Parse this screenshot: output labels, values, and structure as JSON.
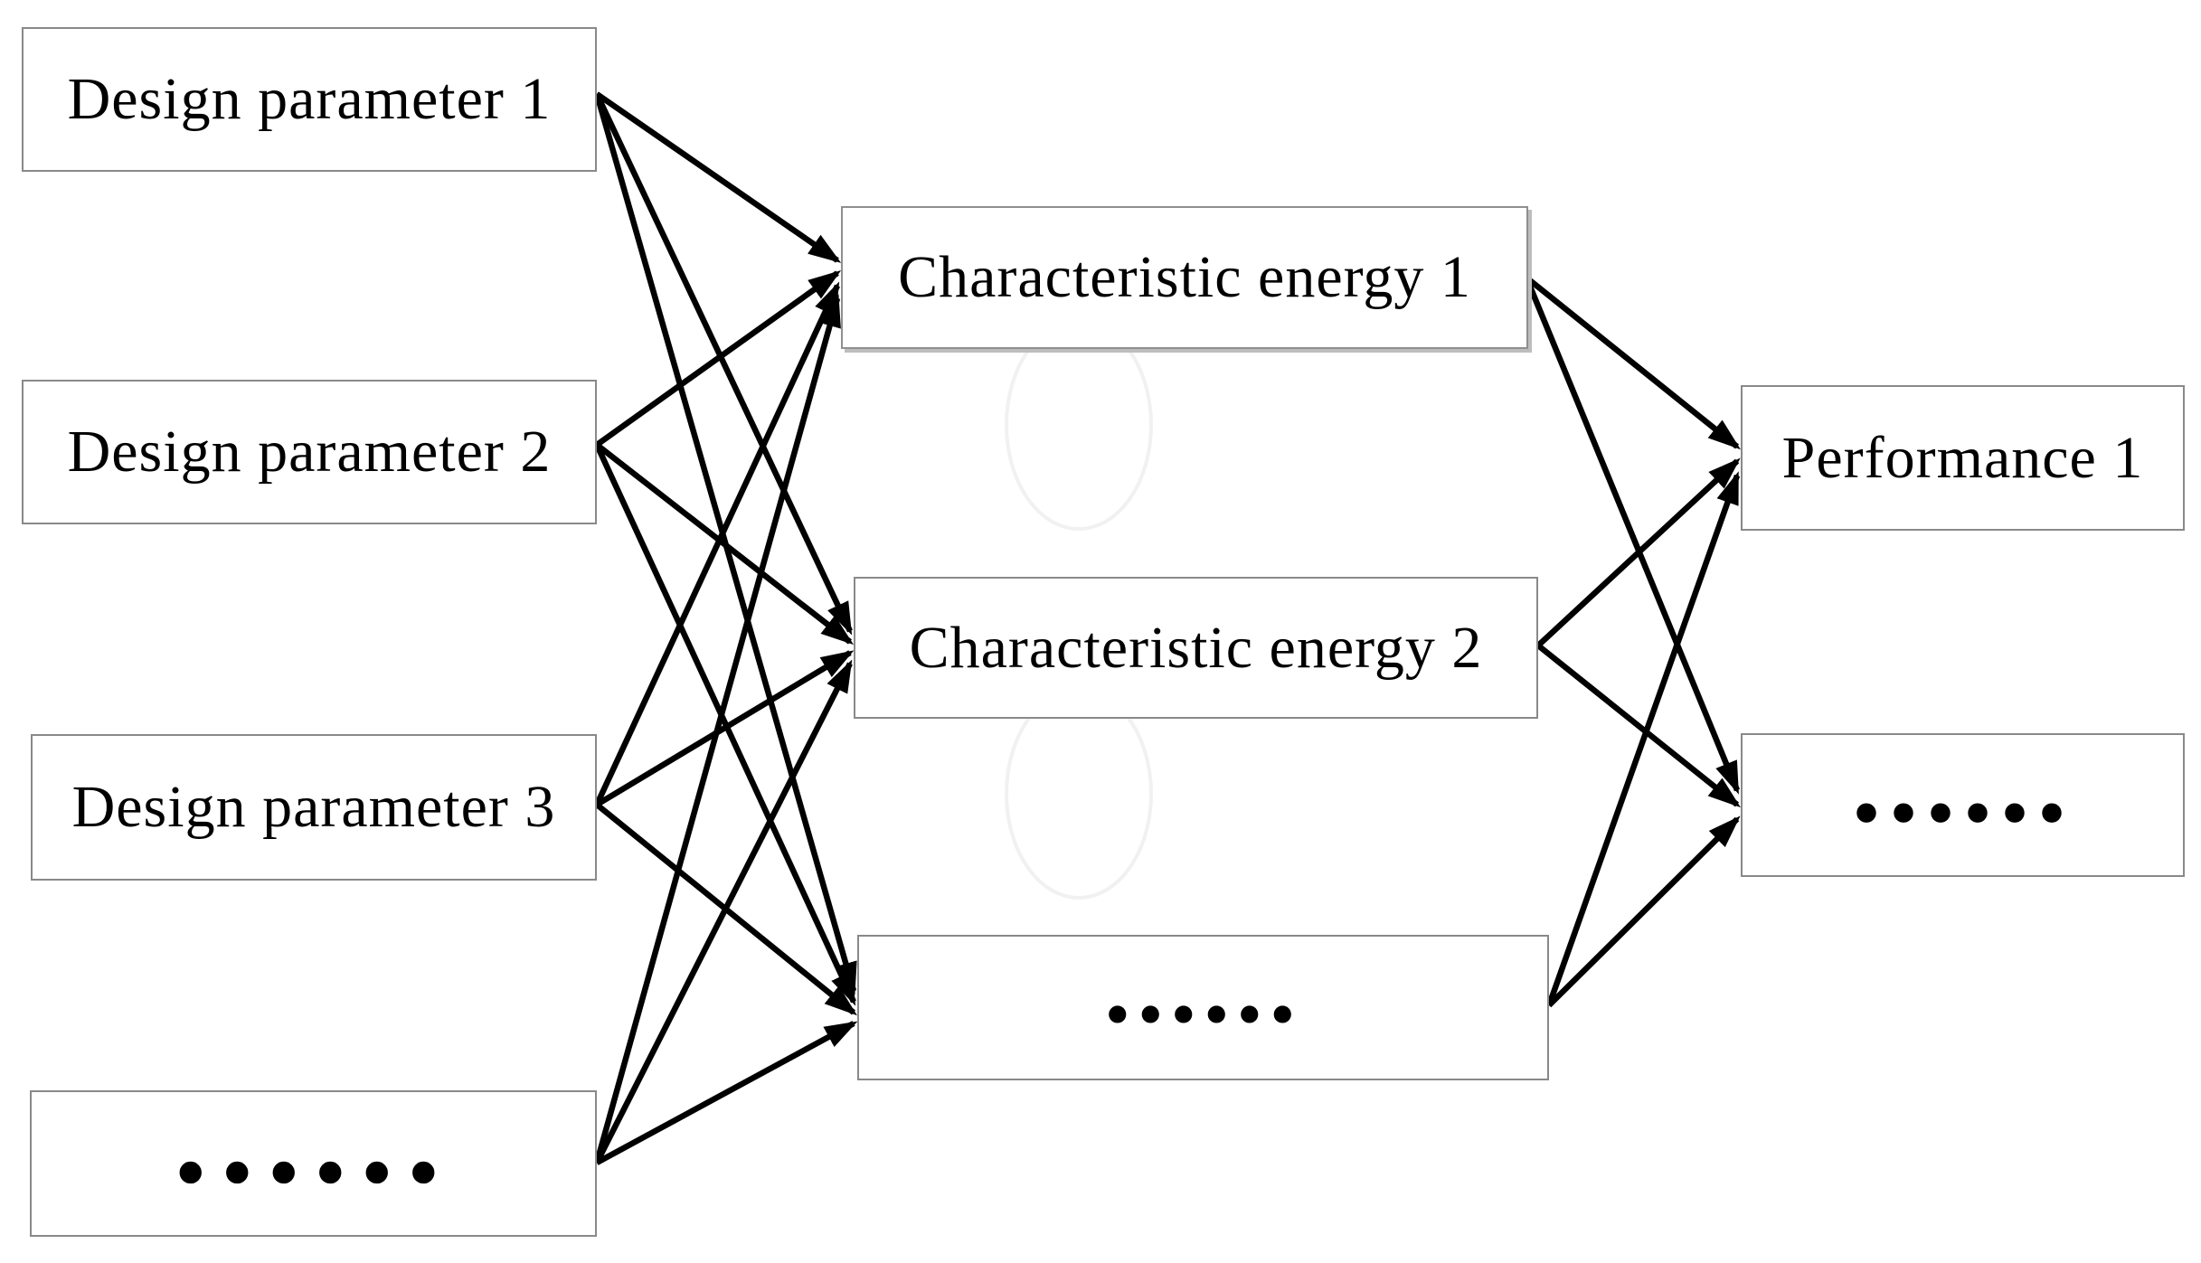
{
  "figure": {
    "kind": "three-layer mapping diagram",
    "background": "#ffffff",
    "colors": {
      "box_border": "#898989",
      "text": "#000000",
      "arrow": "#000000"
    },
    "columns": [
      {
        "name": "design-parameters",
        "nodes": [
          {
            "label": "Design parameter 1"
          },
          {
            "label": "Design parameter 2"
          },
          {
            "label": "Design parameter 3"
          },
          {
            "label": "......"
          }
        ]
      },
      {
        "name": "characteristic-energies",
        "nodes": [
          {
            "label": "Characteristic energy 1"
          },
          {
            "label": "Characteristic energy 2"
          },
          {
            "label": "......"
          }
        ]
      },
      {
        "name": "performances",
        "nodes": [
          {
            "label": "Performance 1"
          },
          {
            "label": "......"
          }
        ]
      }
    ],
    "connections": {
      "description": "Every design-parameter box points to every characteristic-energy box (12 arrows); every characteristic-energy box points to every performance box (6 arrows). All arrowheads are at the left edge of the target box.",
      "edges": [
        [
          "Design parameter 1",
          "Characteristic energy 1"
        ],
        [
          "Design parameter 1",
          "Characteristic energy 2"
        ],
        [
          "Design parameter 1",
          "...... (characteristic energy)"
        ],
        [
          "Design parameter 2",
          "Characteristic energy 1"
        ],
        [
          "Design parameter 2",
          "Characteristic energy 2"
        ],
        [
          "Design parameter 2",
          "...... (characteristic energy)"
        ],
        [
          "Design parameter 3",
          "Characteristic energy 1"
        ],
        [
          "Design parameter 3",
          "Characteristic energy 2"
        ],
        [
          "Design parameter 3",
          "...... (characteristic energy)"
        ],
        [
          "...... (design parameter)",
          "Characteristic energy 1"
        ],
        [
          "...... (design parameter)",
          "Characteristic energy 2"
        ],
        [
          "...... (design parameter)",
          "...... (characteristic energy)"
        ],
        [
          "Characteristic energy 1",
          "Performance 1"
        ],
        [
          "Characteristic energy 1",
          "...... (performance)"
        ],
        [
          "Characteristic energy 2",
          "Performance 1"
        ],
        [
          "Characteristic energy 2",
          "...... (performance)"
        ],
        [
          "...... (characteristic energy)",
          "Performance 1"
        ],
        [
          "...... (characteristic energy)",
          "...... (performance)"
        ]
      ]
    }
  }
}
